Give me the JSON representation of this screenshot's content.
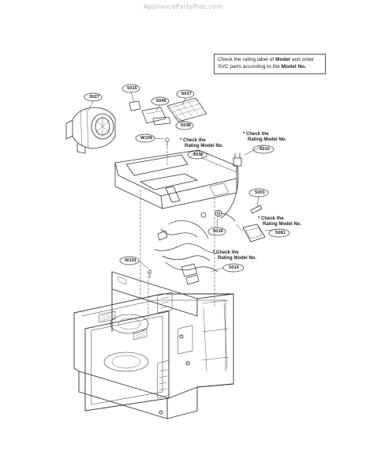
{
  "watermark": "AppliancePartsPros.com",
  "note": {
    "pre": "Check the rating label of ",
    "model": "Model",
    "mid": " and order SVC parts according to the ",
    "model_no": "Model No."
  },
  "check_note": {
    "line1": "* Check the",
    "line2": "Rating Model No."
  },
  "parts": {
    "p3027": "3027",
    "p5015": "5015",
    "p5045": "5045",
    "p5037": "5037",
    "p5038": "5038",
    "w109": "W109",
    "p5030": "5030",
    "p5010": "5010",
    "p5001": "5001",
    "p5081": "5081",
    "p5016": "5016",
    "w101": "W101",
    "p5014": "5014"
  }
}
